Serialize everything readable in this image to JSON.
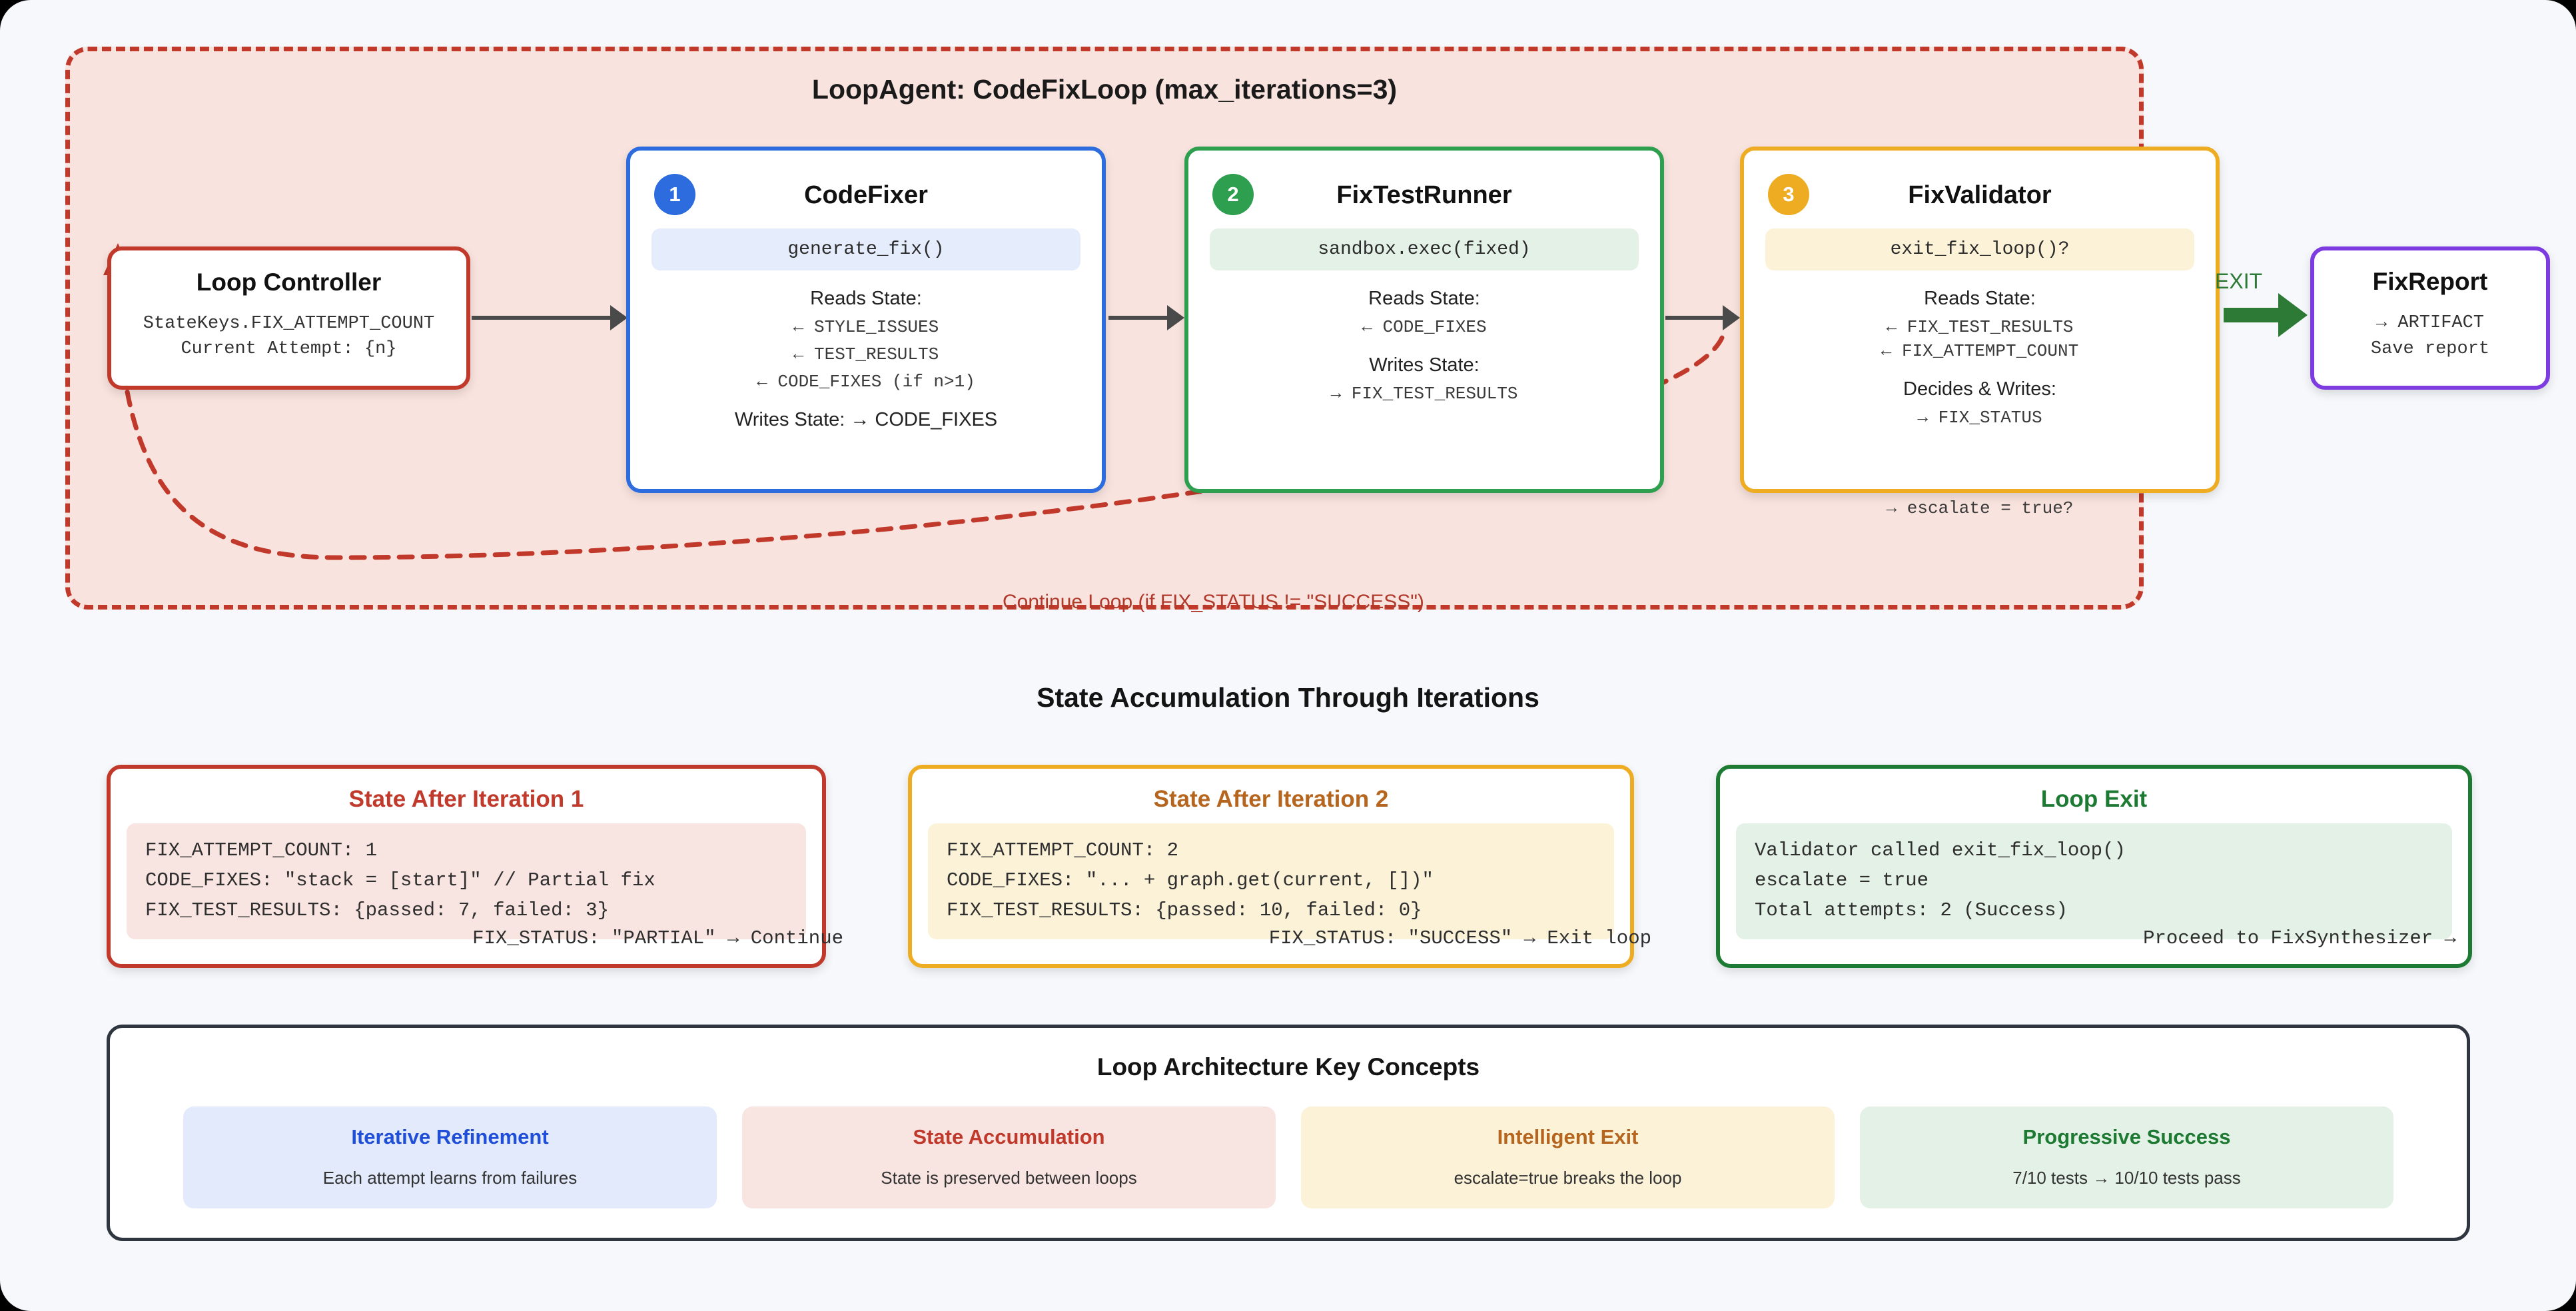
{
  "loop": {
    "title": "LoopAgent: CodeFixLoop (max_iterations=3)",
    "continue_label": "Continue Loop (if FIX_STATUS != \"SUCCESS\")",
    "exit_label": "EXIT"
  },
  "controller": {
    "title": "Loop Controller",
    "line1": "StateKeys.FIX_ATTEMPT_COUNT",
    "line2": "Current Attempt: {n}"
  },
  "agents": [
    {
      "badge": "1",
      "title": "CodeFixer",
      "code": "generate_fix()",
      "reads_label": "Reads State:",
      "reads": [
        "← STYLE_ISSUES",
        "← TEST_RESULTS",
        "← CODE_FIXES (if n>1)"
      ],
      "writes_inline": "Writes State: → CODE_FIXES",
      "accent": "#2d6cdf"
    },
    {
      "badge": "2",
      "title": "FixTestRunner",
      "code": "sandbox.exec(fixed)",
      "reads_label": "Reads State:",
      "reads": [
        "← CODE_FIXES"
      ],
      "writes_label": "Writes State:",
      "writes": [
        "→ FIX_TEST_RESULTS"
      ],
      "accent": "#2e9e4f"
    },
    {
      "badge": "3",
      "title": "FixValidator",
      "code": "exit_fix_loop()?",
      "reads_label": "Reads State:",
      "reads": [
        "← FIX_TEST_RESULTS",
        "← FIX_ATTEMPT_COUNT"
      ],
      "writes_label": "Decides & Writes:",
      "writes": [
        "→ FIX_STATUS"
      ],
      "overflow": "→ escalate = true?",
      "accent": "#eeac22"
    }
  ],
  "fix_report": {
    "title": "FixReport",
    "line1": "→ ARTIFACT",
    "line2": "Save report"
  },
  "state_section": {
    "heading": "State Accumulation Through Iterations",
    "cards": [
      {
        "title": "State After Iteration 1",
        "lines": [
          "FIX_ATTEMPT_COUNT: 1",
          "CODE_FIXES: \"stack = [start]\" // Partial fix",
          "FIX_TEST_RESULTS: {passed: 7, failed: 3}"
        ],
        "footer": "FIX_STATUS: \"PARTIAL\" → Continue",
        "color": "#c0392b"
      },
      {
        "title": "State After Iteration 2",
        "lines": [
          "FIX_ATTEMPT_COUNT: 2",
          "CODE_FIXES: \"... + graph.get(current, [])\"",
          "FIX_TEST_RESULTS: {passed: 10, failed: 0}"
        ],
        "footer": "FIX_STATUS: \"SUCCESS\" → Exit loop",
        "color": "#eeac22"
      },
      {
        "title": "Loop Exit",
        "lines": [
          "Validator called exit_fix_loop()",
          "escalate = true",
          "Total attempts: 2 (Success)"
        ],
        "footer": "Proceed to FixSynthesizer →",
        "color": "#1d7a32"
      }
    ]
  },
  "key_concepts": {
    "title": "Loop Architecture Key Concepts",
    "cards": [
      {
        "title": "Iterative Refinement",
        "desc": "Each attempt learns from failures"
      },
      {
        "title": "State Accumulation",
        "desc": "State is preserved between loops"
      },
      {
        "title": "Intelligent Exit",
        "desc": "escalate=true breaks the loop"
      },
      {
        "title": "Progressive Success",
        "desc": "7/10 tests → 10/10 tests pass"
      }
    ]
  }
}
